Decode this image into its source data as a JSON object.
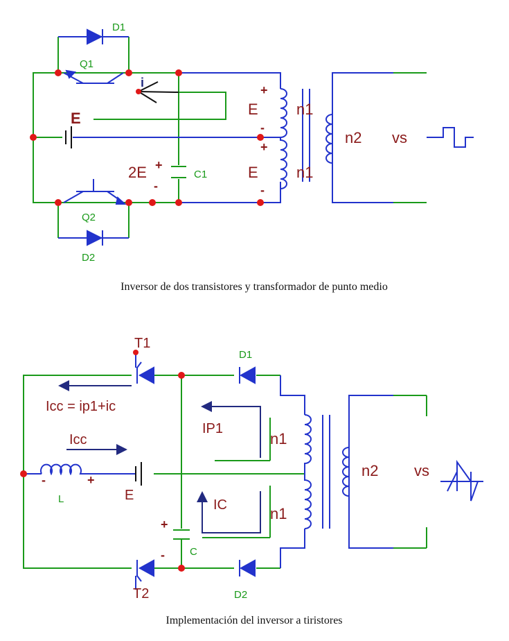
{
  "fig1": {
    "caption": "Inversor de dos transistores y transformador de punto medio",
    "labels": {
      "d1": "D1",
      "q1": "Q1",
      "i": "i",
      "e_src": "E",
      "q2": "Q2",
      "d2": "D2",
      "two_e": "2E",
      "c1": "C1",
      "e_top": "E",
      "e_bot": "E",
      "n1_top": "n1",
      "n1_bot": "n1",
      "n2": "n2",
      "vs": "vs",
      "plus_c": "+",
      "minus_c": "-",
      "plus_top": "+",
      "minus_top": "-",
      "plus_bot": "+",
      "minus_bot": "-"
    }
  },
  "fig2": {
    "caption": "Implementación del inversor a tiristores",
    "labels": {
      "t1": "T1",
      "d1": "D1",
      "icc_eq": "Icc = ip1+ic",
      "icc": "Icc",
      "ip1": "IP1",
      "ic": "IC",
      "n1_top": "n1",
      "n1_bot": "n1",
      "n2": "n2",
      "vs": "vs",
      "l": "L",
      "e": "E",
      "c": "C",
      "t2": "T2",
      "d2": "D2",
      "minus_l": "-",
      "plus_l": "+",
      "plus_c": "+",
      "minus_c": "-"
    }
  },
  "colors": {
    "wire_green": "#1a9a1a",
    "component_blue": "#2233cc",
    "label_red": "#8a1a1a",
    "node_red": "#e01818",
    "arrow_navy": "#222a80"
  }
}
